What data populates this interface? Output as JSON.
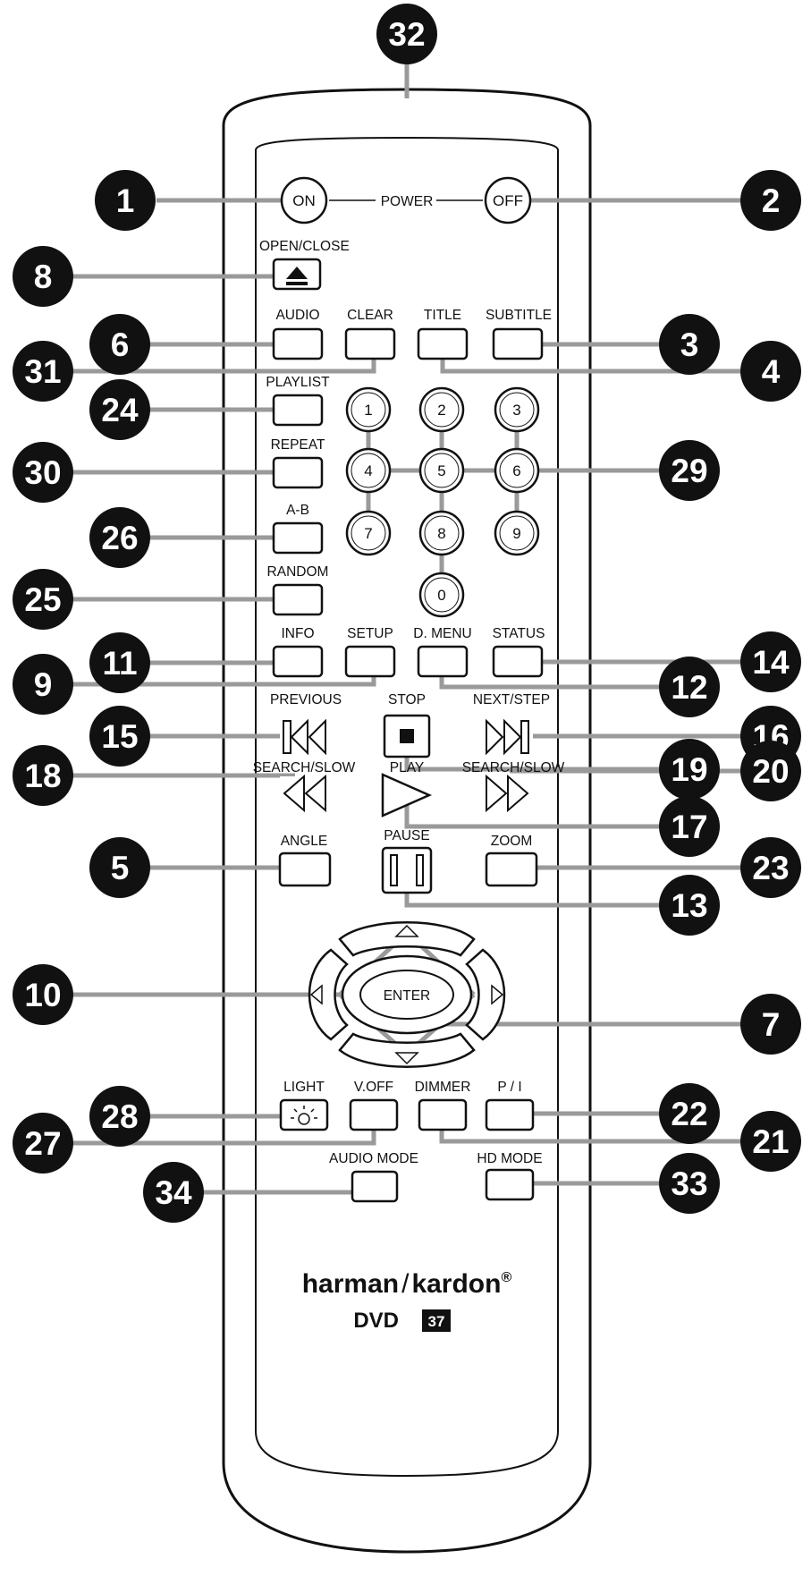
{
  "buttons": {
    "on": "ON",
    "off": "OFF",
    "power": "POWER",
    "open_close": "OPEN/CLOSE",
    "audio": "AUDIO",
    "clear": "CLEAR",
    "title": "TITLE",
    "subtitle": "SUBTITLE",
    "playlist": "PLAYLIST",
    "repeat": "REPEAT",
    "a_b": "A-B",
    "random": "RANDOM",
    "info": "INFO",
    "setup": "SETUP",
    "d_menu": "D. MENU",
    "status": "STATUS",
    "previous": "PREVIOUS",
    "stop": "STOP",
    "next_step": "NEXT/STEP",
    "search_slow_rev": "SEARCH/SLOW",
    "play": "PLAY",
    "search_slow_fwd": "SEARCH/SLOW",
    "angle": "ANGLE",
    "pause": "PAUSE",
    "zoom": "ZOOM",
    "enter": "ENTER",
    "light": "LIGHT",
    "v_off": "V.OFF",
    "dimmer": "DIMMER",
    "p_i": "P / I",
    "audio_mode": "AUDIO MODE",
    "hd_mode": "HD MODE"
  },
  "digits": [
    "1",
    "2",
    "3",
    "4",
    "5",
    "6",
    "7",
    "8",
    "9",
    "0"
  ],
  "callouts": {
    "c1": "1",
    "c2": "2",
    "c3": "3",
    "c4": "4",
    "c5": "5",
    "c6": "6",
    "c7": "7",
    "c8": "8",
    "c9": "9",
    "c10": "10",
    "c11": "11",
    "c12": "12",
    "c13": "13",
    "c14": "14",
    "c15": "15",
    "c16": "16",
    "c17": "17",
    "c18": "18",
    "c19": "19",
    "c20": "20",
    "c21": "21",
    "c22": "22",
    "c23": "23",
    "c24": "24",
    "c25": "25",
    "c26": "26",
    "c27": "27",
    "c28": "28",
    "c29": "29",
    "c30": "30",
    "c31": "31",
    "c32": "32",
    "c33": "33",
    "c34": "34"
  },
  "brand": {
    "name_left": "harman",
    "separator": "/",
    "name_right": "kardon",
    "registered": "®",
    "model_prefix": "DVD",
    "model_number": "37"
  }
}
